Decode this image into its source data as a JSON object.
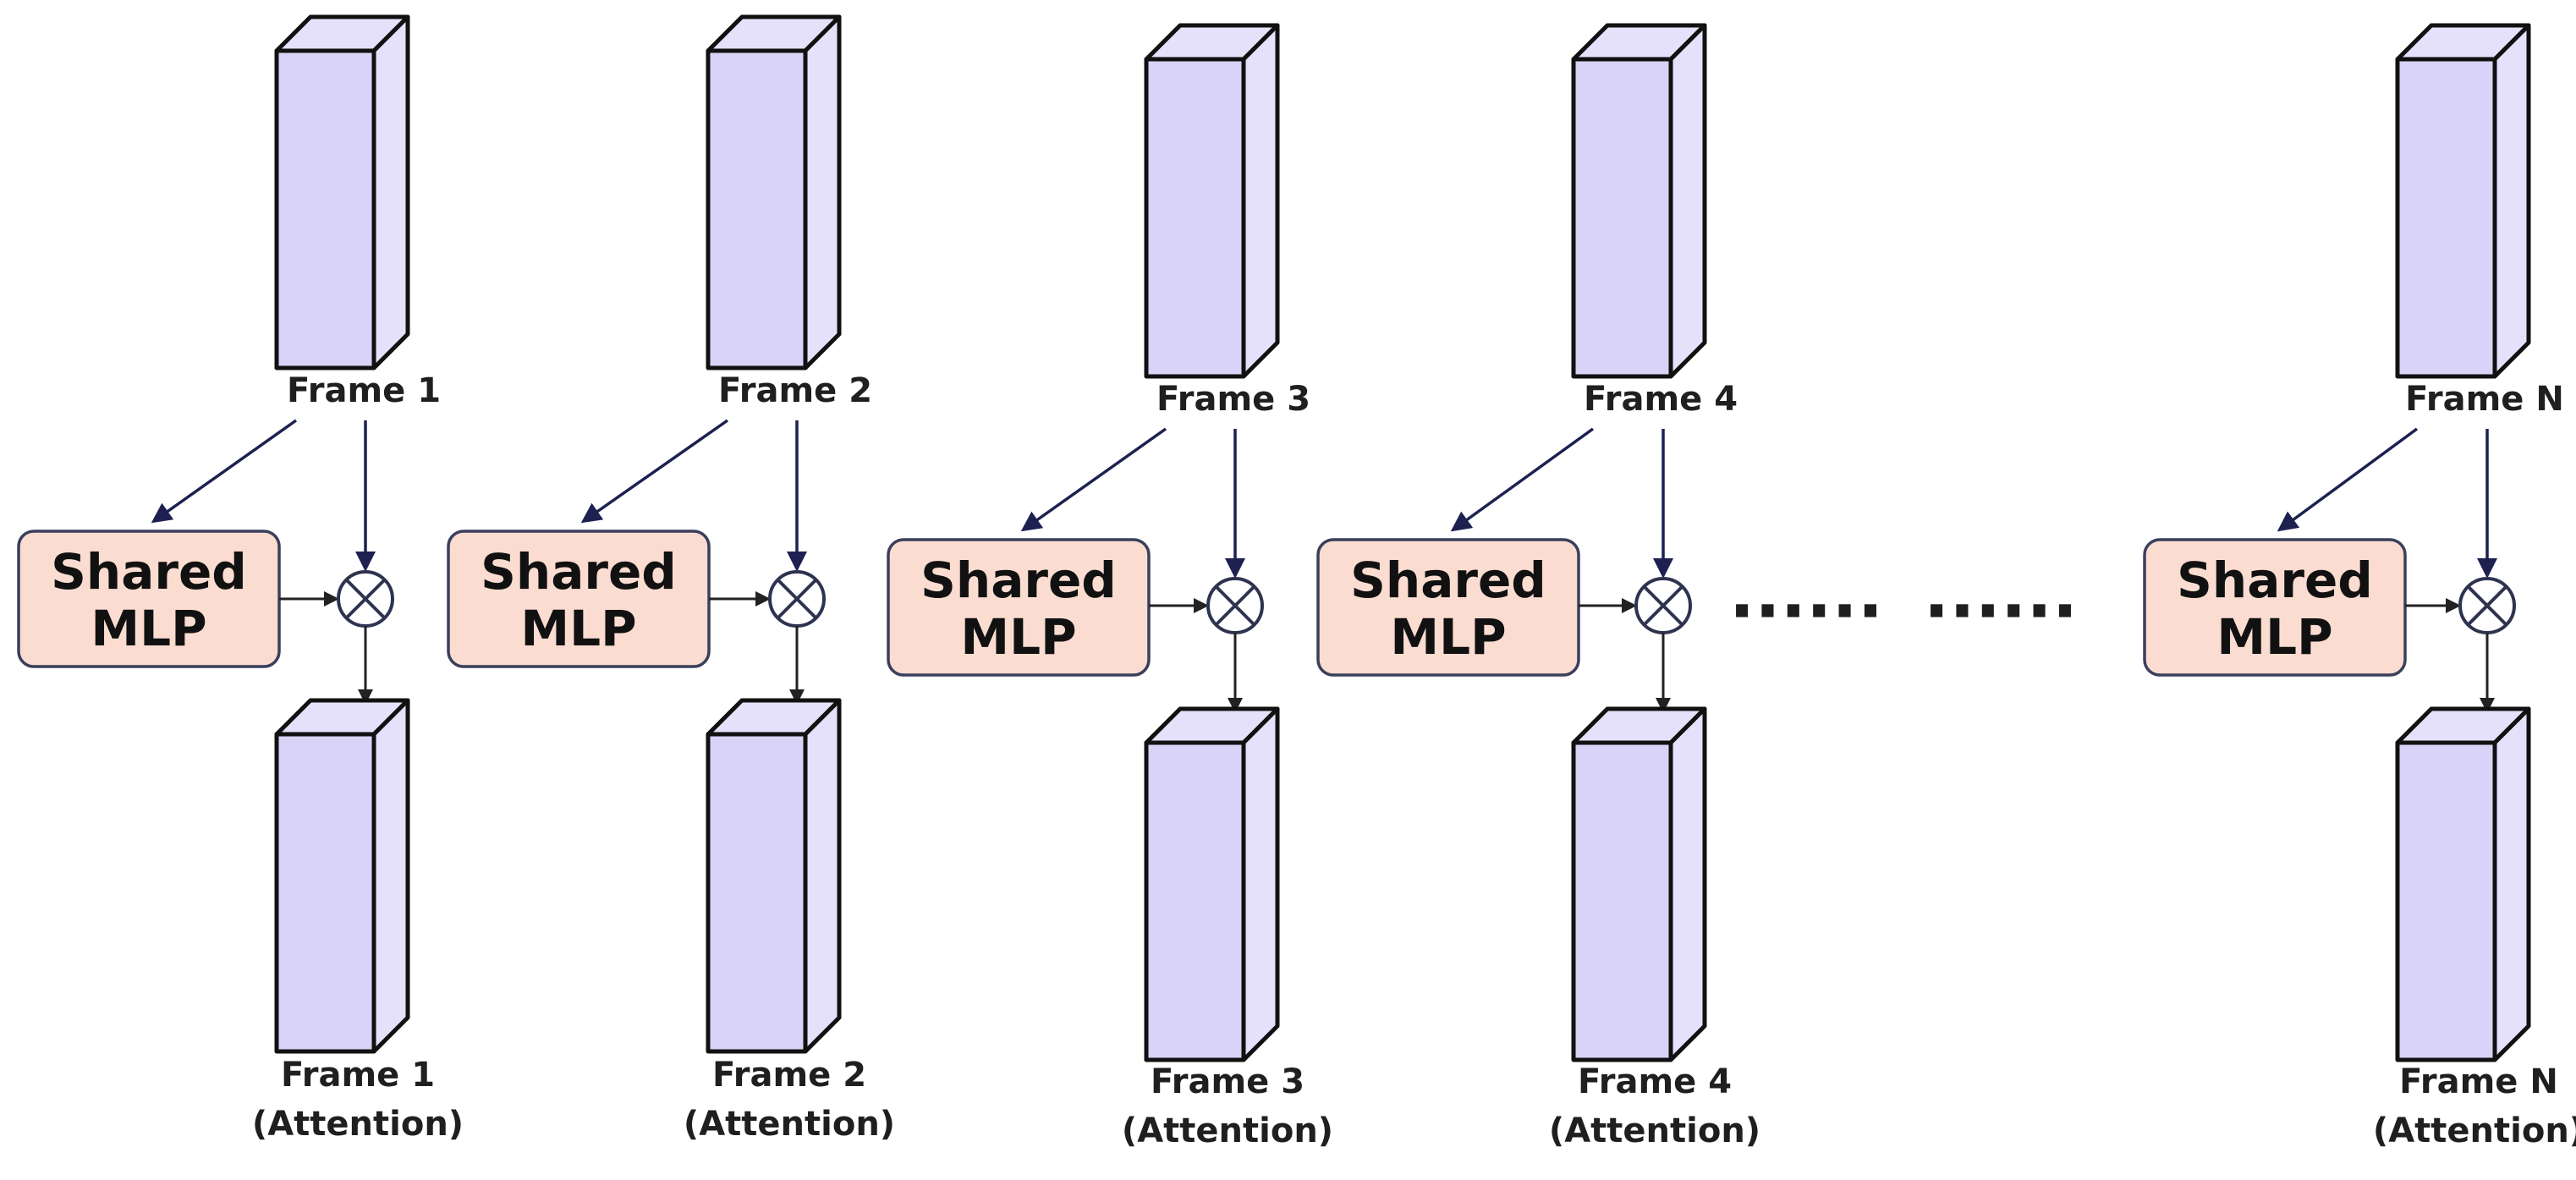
{
  "colors": {
    "box_front": "#d9d3f7",
    "box_side": "#e6e1fb",
    "box_top": "#e6e1fb",
    "mlp_fill": "#fbdcd1",
    "arrow": "#1c2150"
  },
  "columns": [
    {
      "frame_label": "Frame 1",
      "mlp_line1": "Shared",
      "mlp_line2": "MLP",
      "output_label": "Frame 1",
      "output_sub": "(Attention)"
    },
    {
      "frame_label": "Frame 2",
      "mlp_line1": "Shared",
      "mlp_line2": "MLP",
      "output_label": "Frame 2",
      "output_sub": "(Attention)"
    },
    {
      "frame_label": "Frame 3",
      "mlp_line1": "Shared",
      "mlp_line2": "MLP",
      "output_label": "Frame 3",
      "output_sub": "(Attention)"
    },
    {
      "frame_label": "Frame 4",
      "mlp_line1": "Shared",
      "mlp_line2": "MLP",
      "output_label": "Frame 4",
      "output_sub": "(Attention)"
    },
    {
      "frame_label": "Frame N",
      "mlp_line1": "Shared",
      "mlp_line2": "MLP",
      "output_label": "Frame N",
      "output_sub": "(Attention)"
    }
  ],
  "ellipsis": [
    "······",
    "······"
  ],
  "multiply_icon": "circle-times-icon"
}
